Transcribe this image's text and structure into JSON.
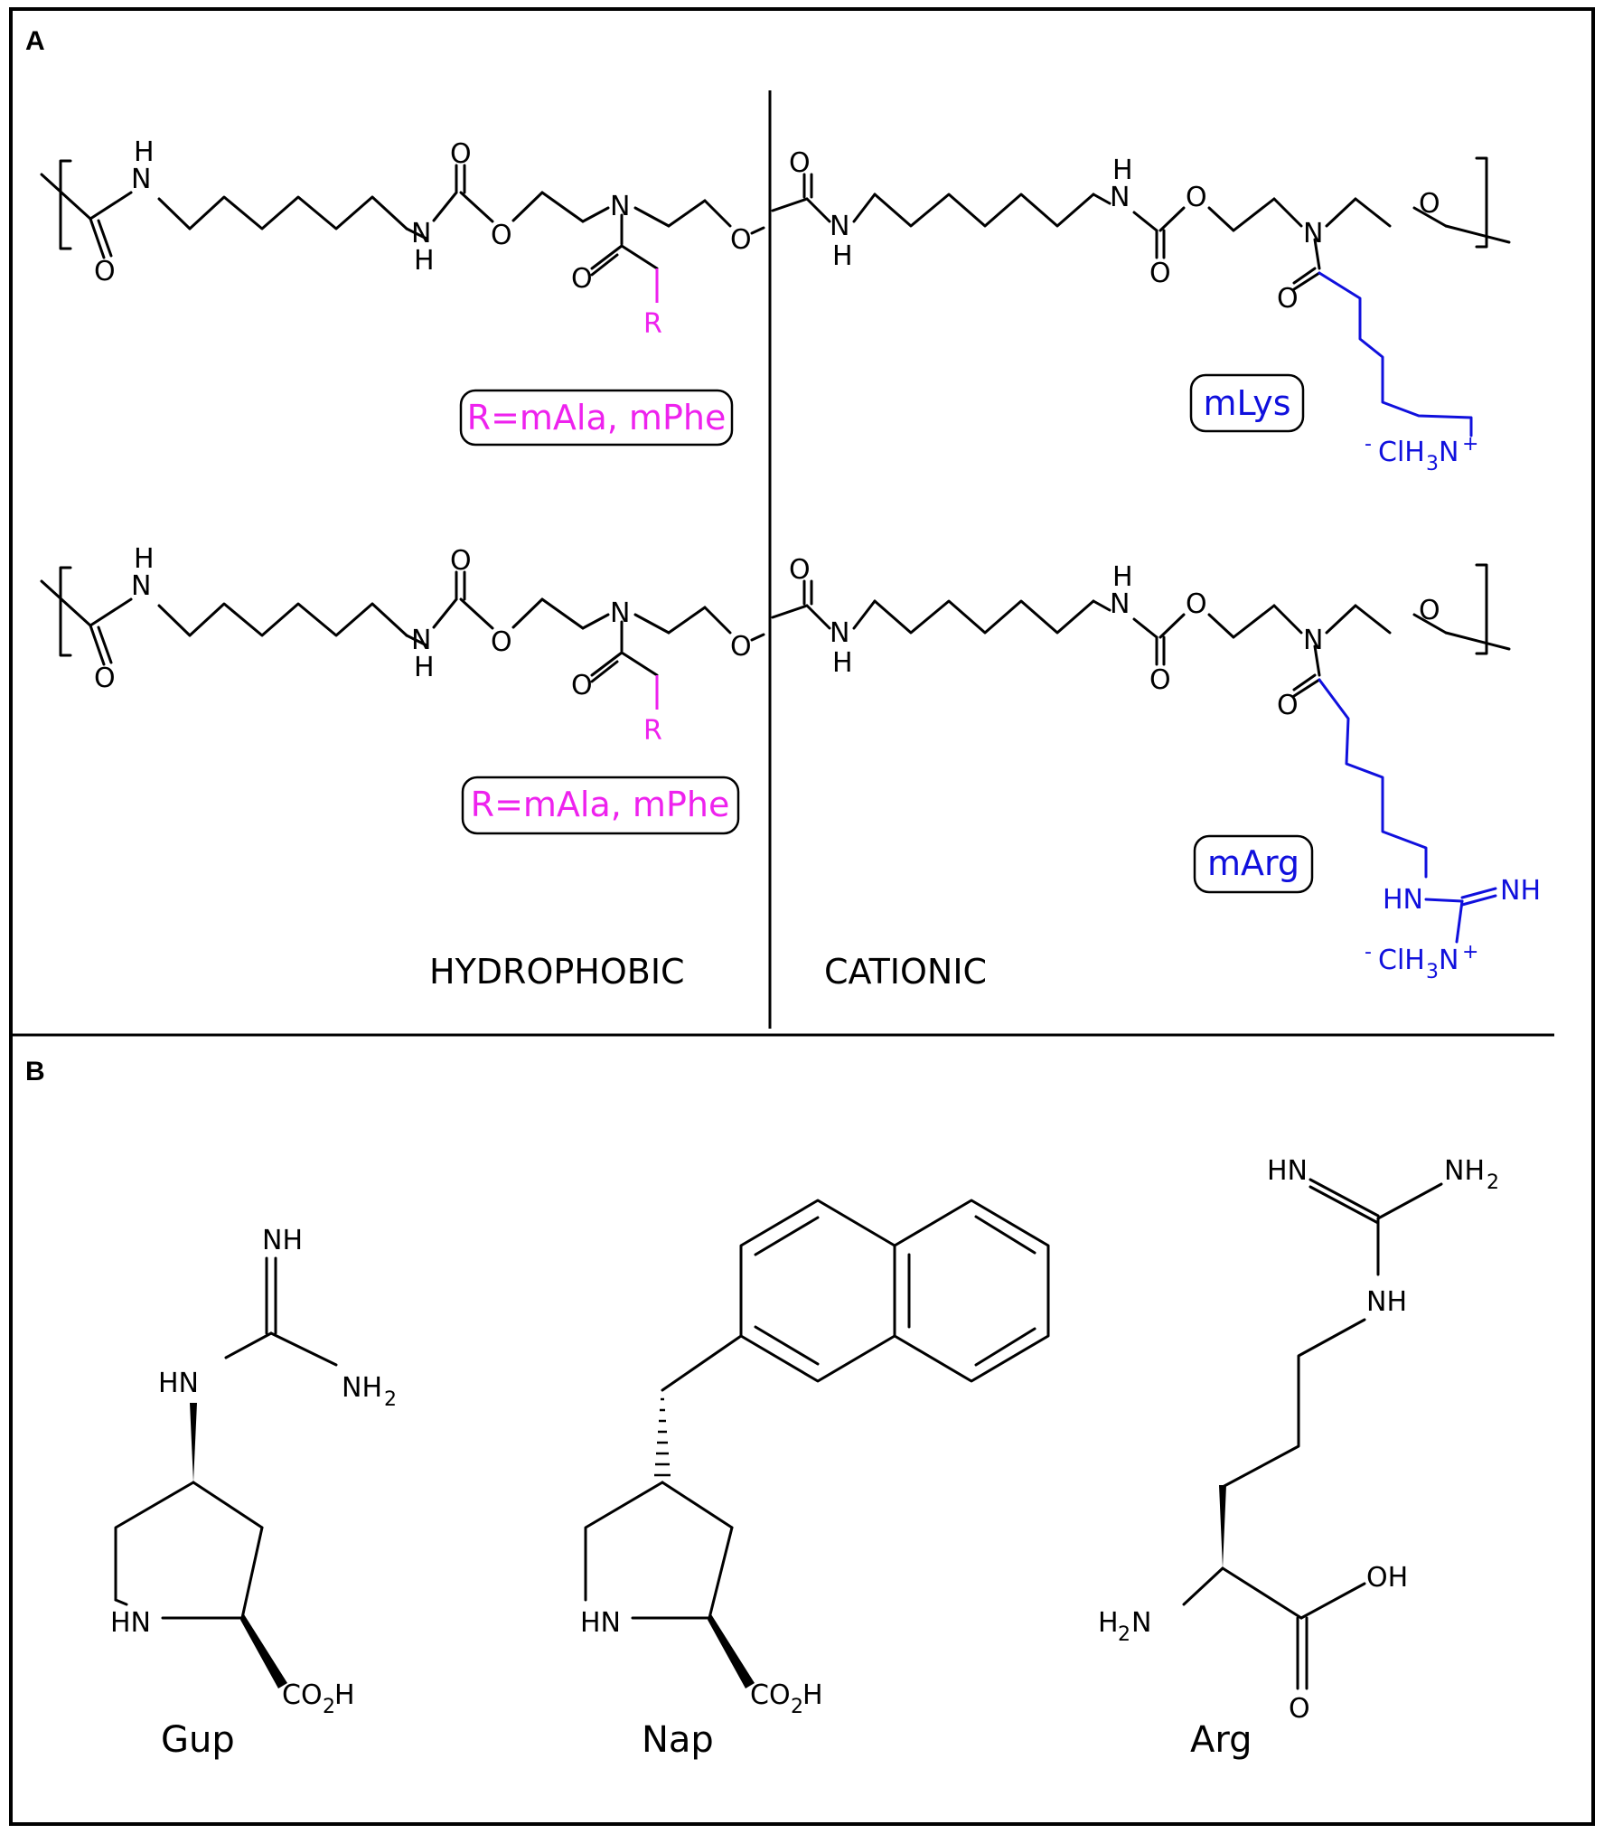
{
  "panels": {
    "a_label": "A",
    "b_label": "B"
  },
  "sections": {
    "hydrophobic": "HYDROPHOBIC",
    "cationic": "CATIONIC"
  },
  "badges": {
    "r_top": "R=mAla, mPhe",
    "r_bottom": "R=mAla, mPhe",
    "mlys": "mLys",
    "marg": "mArg"
  },
  "atoms": {
    "N": "N",
    "H": "H",
    "O": "O",
    "R": "R",
    "HN": "HN",
    "NH": "NH",
    "OH": "OH",
    "NH2_base": "NH",
    "H2_base": "H",
    "sub2": "2",
    "sub3": "3",
    "CO": "CO",
    "ClH_prefix": "-",
    "ClH": "ClH",
    "Nplus": "N",
    "plus": "+"
  },
  "molecules": {
    "gup": "Gup",
    "nap": "Nap",
    "arg": "Arg"
  },
  "colors": {
    "hydrophobic_accent": "#ee22ee",
    "cationic_accent": "#1010dd",
    "ink": "#000000"
  }
}
